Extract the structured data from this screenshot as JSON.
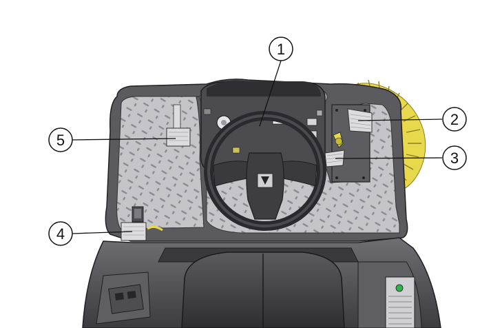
{
  "callouts": [
    {
      "id": "callout-1",
      "label": "1"
    },
    {
      "id": "callout-2",
      "label": "2"
    },
    {
      "id": "callout-3",
      "label": "3"
    },
    {
      "id": "callout-4",
      "label": "4"
    },
    {
      "id": "callout-5",
      "label": "5"
    }
  ],
  "colors": {
    "body_dark": "#4a4a4d",
    "body_mid": "#6b6b70",
    "floor_plate": "#bcbcc2",
    "plate_pattern": "#8e8e96",
    "brush": "#e6d84a",
    "pedal": "#d9d9dc",
    "button_green": "#2fb34a"
  }
}
